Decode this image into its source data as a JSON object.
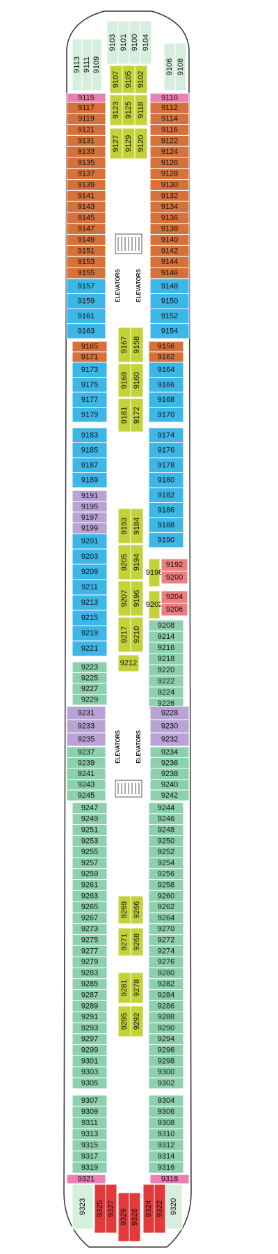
{
  "colors": {
    "orange": "#d6713a",
    "blue": "#3db6e8",
    "green": "#8dd0ad",
    "lime": "#c4d23a",
    "purple": "#b9a3d4",
    "salmon": "#f07d7d",
    "pink": "#e97fb3",
    "red": "#e23a3a",
    "mint": "#d6eedd",
    "hull": "#ffffff",
    "outline": "#333333"
  },
  "elevator_label": "ELEVATORS",
  "cabins": [
    {
      "n": "9113",
      "c": "mint"
    },
    {
      "n": "9111",
      "c": "mint"
    },
    {
      "n": "9109",
      "c": "mint"
    },
    {
      "n": "9103",
      "c": "mint"
    },
    {
      "n": "9101",
      "c": "mint"
    },
    {
      "n": "9100",
      "c": "mint"
    },
    {
      "n": "9104",
      "c": "mint"
    },
    {
      "n": "9106",
      "c": "mint"
    },
    {
      "n": "9108",
      "c": "mint"
    },
    {
      "n": "9107",
      "c": "lime"
    },
    {
      "n": "9105",
      "c": "lime"
    },
    {
      "n": "9102",
      "c": "lime"
    },
    {
      "n": "9123",
      "c": "lime"
    },
    {
      "n": "9125",
      "c": "lime"
    },
    {
      "n": "9118",
      "c": "lime"
    },
    {
      "n": "9127",
      "c": "lime"
    },
    {
      "n": "9129",
      "c": "lime"
    },
    {
      "n": "9120",
      "c": "lime"
    },
    {
      "n": "9115",
      "c": "pink"
    },
    {
      "n": "9110",
      "c": "pink"
    },
    {
      "n": "9117",
      "c": "orange"
    },
    {
      "n": "9119",
      "c": "orange"
    },
    {
      "n": "9121",
      "c": "orange"
    },
    {
      "n": "9131",
      "c": "orange"
    },
    {
      "n": "9133",
      "c": "orange"
    },
    {
      "n": "9135",
      "c": "orange"
    },
    {
      "n": "9137",
      "c": "orange"
    },
    {
      "n": "9139",
      "c": "orange"
    },
    {
      "n": "9141",
      "c": "orange"
    },
    {
      "n": "9143",
      "c": "orange"
    },
    {
      "n": "9145",
      "c": "orange"
    },
    {
      "n": "9147",
      "c": "orange"
    },
    {
      "n": "9149",
      "c": "orange"
    },
    {
      "n": "9151",
      "c": "orange"
    },
    {
      "n": "9153",
      "c": "orange"
    },
    {
      "n": "9155",
      "c": "orange"
    },
    {
      "n": "9112",
      "c": "orange"
    },
    {
      "n": "9114",
      "c": "orange"
    },
    {
      "n": "9116",
      "c": "orange"
    },
    {
      "n": "9122",
      "c": "orange"
    },
    {
      "n": "9124",
      "c": "orange"
    },
    {
      "n": "9126",
      "c": "orange"
    },
    {
      "n": "9128",
      "c": "orange"
    },
    {
      "n": "9130",
      "c": "orange"
    },
    {
      "n": "9132",
      "c": "orange"
    },
    {
      "n": "9134",
      "c": "orange"
    },
    {
      "n": "9136",
      "c": "orange"
    },
    {
      "n": "9138",
      "c": "orange"
    },
    {
      "n": "9140",
      "c": "orange"
    },
    {
      "n": "9142",
      "c": "orange"
    },
    {
      "n": "9144",
      "c": "orange"
    },
    {
      "n": "9146",
      "c": "orange"
    },
    {
      "n": "9157",
      "c": "blue"
    },
    {
      "n": "9159",
      "c": "blue"
    },
    {
      "n": "9161",
      "c": "blue"
    },
    {
      "n": "9163",
      "c": "blue"
    },
    {
      "n": "9148",
      "c": "blue"
    },
    {
      "n": "9150",
      "c": "blue"
    },
    {
      "n": "9152",
      "c": "blue"
    },
    {
      "n": "9154",
      "c": "blue"
    },
    {
      "n": "9167",
      "c": "lime"
    },
    {
      "n": "9158",
      "c": "lime"
    },
    {
      "n": "9169",
      "c": "lime"
    },
    {
      "n": "9160",
      "c": "lime"
    },
    {
      "n": "9181",
      "c": "lime"
    },
    {
      "n": "9172",
      "c": "lime"
    },
    {
      "n": "9165",
      "c": "orange"
    },
    {
      "n": "9171",
      "c": "orange"
    },
    {
      "n": "9156",
      "c": "orange"
    },
    {
      "n": "9162",
      "c": "orange"
    },
    {
      "n": "9173",
      "c": "blue"
    },
    {
      "n": "9175",
      "c": "blue"
    },
    {
      "n": "9177",
      "c": "blue"
    },
    {
      "n": "9179",
      "c": "blue"
    },
    {
      "n": "9164",
      "c": "blue"
    },
    {
      "n": "9166",
      "c": "blue"
    },
    {
      "n": "9168",
      "c": "blue"
    },
    {
      "n": "9170",
      "c": "blue"
    },
    {
      "n": "9183",
      "c": "blue"
    },
    {
      "n": "9185",
      "c": "blue"
    },
    {
      "n": "9187",
      "c": "blue"
    },
    {
      "n": "9189",
      "c": "blue"
    },
    {
      "n": "9174",
      "c": "blue"
    },
    {
      "n": "9176",
      "c": "blue"
    },
    {
      "n": "9178",
      "c": "blue"
    },
    {
      "n": "9180",
      "c": "blue"
    },
    {
      "n": "9182",
      "c": "blue"
    },
    {
      "n": "9186",
      "c": "blue"
    },
    {
      "n": "9188",
      "c": "blue"
    },
    {
      "n": "9190",
      "c": "blue"
    },
    {
      "n": "9191",
      "c": "purple"
    },
    {
      "n": "9195",
      "c": "purple"
    },
    {
      "n": "9197",
      "c": "purple"
    },
    {
      "n": "9199",
      "c": "purple"
    },
    {
      "n": "9193",
      "c": "lime"
    },
    {
      "n": "9184",
      "c": "lime"
    },
    {
      "n": "9205",
      "c": "lime"
    },
    {
      "n": "9194",
      "c": "lime"
    },
    {
      "n": "9207",
      "c": "lime"
    },
    {
      "n": "9196",
      "c": "lime"
    },
    {
      "n": "9217",
      "c": "lime"
    },
    {
      "n": "9210",
      "c": "lime"
    },
    {
      "n": "9201",
      "c": "blue"
    },
    {
      "n": "9203",
      "c": "blue"
    },
    {
      "n": "9209",
      "c": "blue"
    },
    {
      "n": "9211",
      "c": "blue"
    },
    {
      "n": "9213",
      "c": "blue"
    },
    {
      "n": "9215",
      "c": "blue"
    },
    {
      "n": "9219",
      "c": "blue"
    },
    {
      "n": "9221",
      "c": "blue"
    },
    {
      "n": "9198",
      "c": "lime"
    },
    {
      "n": "9202",
      "c": "lime"
    },
    {
      "n": "9192",
      "c": "salmon"
    },
    {
      "n": "9200",
      "c": "salmon"
    },
    {
      "n": "9204",
      "c": "salmon"
    },
    {
      "n": "9206",
      "c": "salmon"
    },
    {
      "n": "9212",
      "c": "lime"
    },
    {
      "n": "9208",
      "c": "green"
    },
    {
      "n": "9214",
      "c": "green"
    },
    {
      "n": "9216",
      "c": "green"
    },
    {
      "n": "9218",
      "c": "green"
    },
    {
      "n": "9220",
      "c": "green"
    },
    {
      "n": "9222",
      "c": "green"
    },
    {
      "n": "9224",
      "c": "green"
    },
    {
      "n": "9226",
      "c": "green"
    },
    {
      "n": "9223",
      "c": "green"
    },
    {
      "n": "9225",
      "c": "green"
    },
    {
      "n": "9227",
      "c": "green"
    },
    {
      "n": "9229",
      "c": "green"
    },
    {
      "n": "9231",
      "c": "purple"
    },
    {
      "n": "9233",
      "c": "purple"
    },
    {
      "n": "9235",
      "c": "purple"
    },
    {
      "n": "9228",
      "c": "purple"
    },
    {
      "n": "9230",
      "c": "purple"
    },
    {
      "n": "9232",
      "c": "purple"
    },
    {
      "n": "9237",
      "c": "green"
    },
    {
      "n": "9239",
      "c": "green"
    },
    {
      "n": "9241",
      "c": "green"
    },
    {
      "n": "9243",
      "c": "green"
    },
    {
      "n": "9245",
      "c": "green"
    },
    {
      "n": "9234",
      "c": "green"
    },
    {
      "n": "9236",
      "c": "green"
    },
    {
      "n": "9238",
      "c": "green"
    },
    {
      "n": "9240",
      "c": "green"
    },
    {
      "n": "9242",
      "c": "green"
    },
    {
      "n": "9247",
      "c": "green"
    },
    {
      "n": "9249",
      "c": "green"
    },
    {
      "n": "9251",
      "c": "green"
    },
    {
      "n": "9253",
      "c": "green"
    },
    {
      "n": "9255",
      "c": "green"
    },
    {
      "n": "9257",
      "c": "green"
    },
    {
      "n": "9259",
      "c": "green"
    },
    {
      "n": "9261",
      "c": "green"
    },
    {
      "n": "9263",
      "c": "green"
    },
    {
      "n": "9265",
      "c": "green"
    },
    {
      "n": "9267",
      "c": "green"
    },
    {
      "n": "9273",
      "c": "green"
    },
    {
      "n": "9275",
      "c": "green"
    },
    {
      "n": "9277",
      "c": "green"
    },
    {
      "n": "9279",
      "c": "green"
    },
    {
      "n": "9283",
      "c": "green"
    },
    {
      "n": "9285",
      "c": "green"
    },
    {
      "n": "9287",
      "c": "green"
    },
    {
      "n": "9289",
      "c": "green"
    },
    {
      "n": "9291",
      "c": "green"
    },
    {
      "n": "9293",
      "c": "green"
    },
    {
      "n": "9297",
      "c": "green"
    },
    {
      "n": "9299",
      "c": "green"
    },
    {
      "n": "9301",
      "c": "green"
    },
    {
      "n": "9303",
      "c": "green"
    },
    {
      "n": "9305",
      "c": "green"
    },
    {
      "n": "9244",
      "c": "green"
    },
    {
      "n": "9246",
      "c": "green"
    },
    {
      "n": "9248",
      "c": "green"
    },
    {
      "n": "9250",
      "c": "green"
    },
    {
      "n": "9252",
      "c": "green"
    },
    {
      "n": "9254",
      "c": "green"
    },
    {
      "n": "9256",
      "c": "green"
    },
    {
      "n": "9258",
      "c": "green"
    },
    {
      "n": "9260",
      "c": "green"
    },
    {
      "n": "9262",
      "c": "green"
    },
    {
      "n": "9264",
      "c": "green"
    },
    {
      "n": "9270",
      "c": "green"
    },
    {
      "n": "9272",
      "c": "green"
    },
    {
      "n": "9274",
      "c": "green"
    },
    {
      "n": "9276",
      "c": "green"
    },
    {
      "n": "9280",
      "c": "green"
    },
    {
      "n": "9282",
      "c": "green"
    },
    {
      "n": "9284",
      "c": "green"
    },
    {
      "n": "9286",
      "c": "green"
    },
    {
      "n": "9288",
      "c": "green"
    },
    {
      "n": "9290",
      "c": "green"
    },
    {
      "n": "9294",
      "c": "green"
    },
    {
      "n": "9296",
      "c": "green"
    },
    {
      "n": "9298",
      "c": "green"
    },
    {
      "n": "9300",
      "c": "green"
    },
    {
      "n": "9302",
      "c": "green"
    },
    {
      "n": "9269",
      "c": "lime"
    },
    {
      "n": "9266",
      "c": "lime"
    },
    {
      "n": "9271",
      "c": "lime"
    },
    {
      "n": "9268",
      "c": "lime"
    },
    {
      "n": "9281",
      "c": "lime"
    },
    {
      "n": "9278",
      "c": "lime"
    },
    {
      "n": "9295",
      "c": "lime"
    },
    {
      "n": "9292",
      "c": "lime"
    },
    {
      "n": "9307",
      "c": "green"
    },
    {
      "n": "9309",
      "c": "green"
    },
    {
      "n": "9311",
      "c": "green"
    },
    {
      "n": "9313",
      "c": "green"
    },
    {
      "n": "9315",
      "c": "green"
    },
    {
      "n": "9317",
      "c": "green"
    },
    {
      "n": "9319",
      "c": "green"
    },
    {
      "n": "9304",
      "c": "green"
    },
    {
      "n": "9306",
      "c": "green"
    },
    {
      "n": "9308",
      "c": "green"
    },
    {
      "n": "9310",
      "c": "green"
    },
    {
      "n": "9312",
      "c": "green"
    },
    {
      "n": "9314",
      "c": "green"
    },
    {
      "n": "9316",
      "c": "green"
    },
    {
      "n": "9321",
      "c": "pink"
    },
    {
      "n": "9318",
      "c": "pink"
    },
    {
      "n": "9323",
      "c": "mint"
    },
    {
      "n": "9325",
      "c": "red"
    },
    {
      "n": "9327",
      "c": "red"
    },
    {
      "n": "9329",
      "c": "red"
    },
    {
      "n": "9326",
      "c": "red"
    },
    {
      "n": "9324",
      "c": "red"
    },
    {
      "n": "9322",
      "c": "red"
    },
    {
      "n": "9320",
      "c": "mint"
    }
  ]
}
